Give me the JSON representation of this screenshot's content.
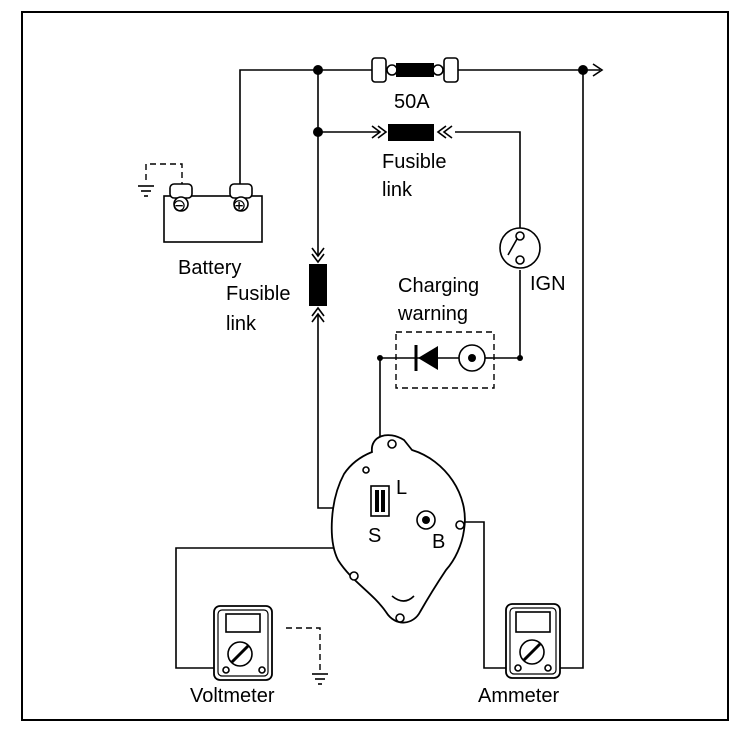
{
  "labels": {
    "fuse_rating": "50A",
    "fusible_link_top": [
      "Fusible",
      "link"
    ],
    "battery": "Battery",
    "fusible_link_left": [
      "Fusible",
      "link"
    ],
    "charging_warning": [
      "Charging",
      "warning"
    ],
    "ign": "IGN",
    "terminal_l": "L",
    "terminal_s": "S",
    "terminal_b": "B",
    "voltmeter": "Voltmeter",
    "ammeter": "Ammeter"
  },
  "battery_symbols": {
    "negative": "⊖",
    "positive": "⊕"
  }
}
